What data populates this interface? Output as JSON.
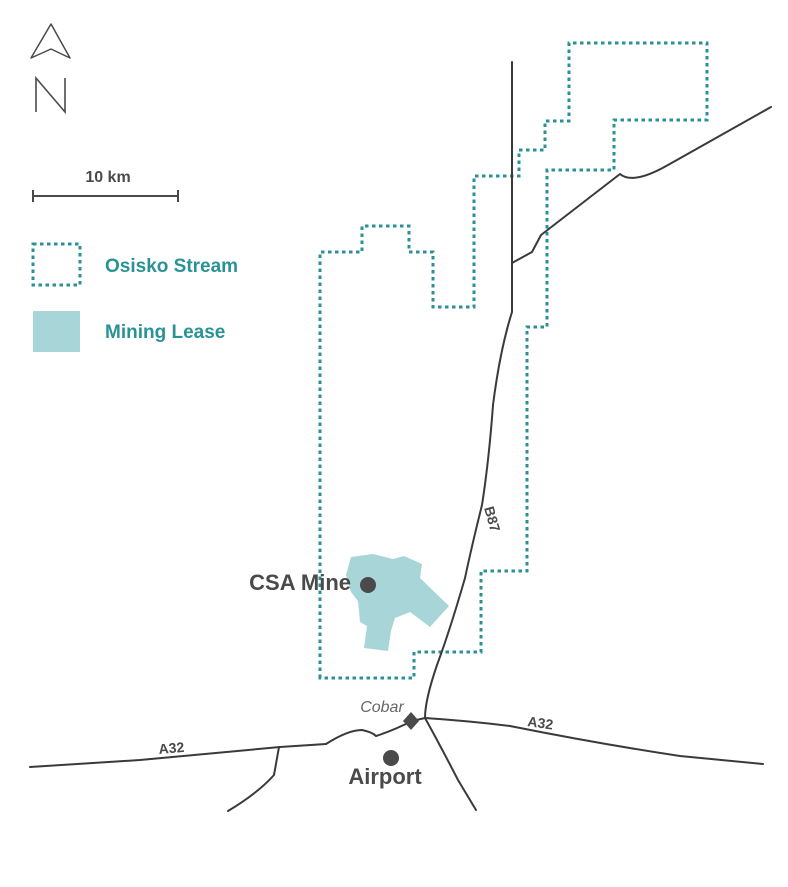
{
  "compass": {
    "label": "N",
    "icon": "north-arrow-icon"
  },
  "scale_bar": {
    "label": "10 km"
  },
  "legend": {
    "items": [
      {
        "label": "Osisko Stream",
        "swatch": "dotted-outline",
        "color": "#2a9296"
      },
      {
        "label": "Mining Lease",
        "swatch": "filled",
        "color": "#a8d6d8"
      }
    ]
  },
  "places": {
    "csa_mine": "CSA Mine",
    "airport": "Airport",
    "cobar": "Cobar"
  },
  "roads": {
    "b87": "B87",
    "a32_west": "A32",
    "a32_east": "A32"
  },
  "colors": {
    "stream": "#2a9296",
    "lease": "#a8d6d8",
    "road": "#3a3a3a",
    "label": "#4a4a4a",
    "legend_text": "#2a9296"
  }
}
